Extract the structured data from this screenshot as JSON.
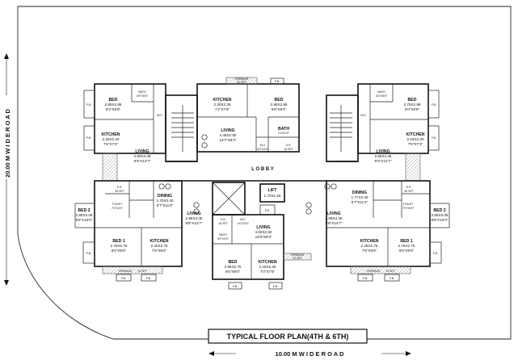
{
  "plan": {
    "title": "TYPICAL FLOOR PLAN(4TH & 6TH)",
    "road_left": "20.00 M W I D E   R O A D",
    "road_bottom": "10.00 M W I D E   R O A D",
    "lobby": "L O B B Y",
    "lift": "LIFT",
    "lift_dims": "1.70X1.50",
    "pd": "P.D.",
    "fb": "F.B.",
    "ss": "S.S.",
    "wc": "W.C.",
    "toilet": "TOILET",
    "bath": "BATH",
    "terrace": "TERRACE",
    "units": {
      "top": {
        "kitchen": {
          "name": "KITCHEN",
          "d1": "2.20X2.25",
          "d2": "7'2\"X7'6\""
        },
        "bed": {
          "name": "BED",
          "d1": "2.95X2.85",
          "d2": "9'8\"X9'3\""
        },
        "living": {
          "name": "LIVING",
          "d1": "4.45X2.50",
          "d2": "14'7\"X8'3\""
        },
        "bath": {
          "name": "BATH",
          "d1": "2.0'X1'0\""
        },
        "wc": {
          "name": "W.C",
          "d1": "4'0\"X3'0\""
        },
        "ss": {
          "name": "S.S.",
          "d1": "15 SFT"
        },
        "terrace": {
          "name": "TERRACE",
          "d1": "31 SFT"
        }
      },
      "top_left": {
        "bed": {
          "name": "BED",
          "d1": "2.85X2.95",
          "d2": "9'3\"X9'8\""
        },
        "bath": {
          "name": "BATH",
          "d1": "4'0\"X5'5\""
        },
        "kitchen": {
          "name": "KITCHEN",
          "d1": "2.25X2.20",
          "d2": "7'5\"X7'3\""
        },
        "living": {
          "name": "LIVING",
          "d1": "2.80X4.45",
          "d2": "9'3\"X14'7\""
        }
      },
      "top_right": {
        "bed": {
          "name": "BED",
          "d1": "2.75X2.95",
          "d2": "9'0\"X9'8\""
        },
        "bath": {
          "name": "BATH",
          "d1": "4'0\"X5'5\""
        },
        "kitchen": {
          "name": "KITCHEN",
          "d1": "2.15X2.20",
          "d2": "7'0\"X7'3\""
        },
        "living": {
          "name": "LIVING",
          "d1": "2.80X4.45",
          "d2": "9'3\"X14'7\""
        }
      },
      "bottom_left": {
        "ss": {
          "name": "S.S.",
          "d1": "25 SFT"
        },
        "toilet": {
          "name": "TOILET",
          "d1": "7'0\"X4'0\""
        },
        "dining": {
          "name": "DINING",
          "d1": "1.70X3.40",
          "d2": "5'7\"X11'3\""
        },
        "bed2": {
          "name": "BED 2",
          "d1": "2.85X3.05",
          "d2": "9'5\"X10'0\""
        },
        "living": {
          "name": "LIVING",
          "d1": "2.95X4.45",
          "d2": "9'8\"X14'7\""
        },
        "bed1": {
          "name": "BED 1",
          "d1": "2.75X2.75",
          "d2": "9'0\"X9'0\""
        },
        "kitchen": {
          "name": "KITCHEN",
          "d1": "2.25X2.75",
          "d2": "7'5\"X9'0\""
        },
        "terrace": {
          "name": "TERRACE",
          "d1": "74 SFT"
        }
      },
      "bottom_right": {
        "ss": {
          "name": "S.S.",
          "d1": "25 SFT"
        },
        "toilet": {
          "name": "TOILET",
          "d1": "7'0\"X4'0\""
        },
        "dining": {
          "name": "DINING",
          "d1": "1.77X3.40",
          "d2": "5'7\"X11'3\""
        },
        "bed2": {
          "name": "BED 2",
          "d1": "2.65X3.05",
          "d2": "8'6\"X10'0\""
        },
        "living": {
          "name": "LIVING",
          "d1": "2.95X4.45",
          "d2": "9'8\"X14'7\""
        },
        "bed1": {
          "name": "BED 1",
          "d1": "2.75X2.75",
          "d2": "9'0\"X9'0\""
        },
        "kitchen": {
          "name": "KITCHEN",
          "d1": "2.25X2.75",
          "d2": "7'5\"X9'0\""
        },
        "terrace": {
          "name": "TERRACE",
          "d1": "74 SFT"
        }
      },
      "bottom_center": {
        "ss": {
          "name": "S.S.",
          "d1": "15 SFT"
        },
        "wc": {
          "name": "W.C.",
          "d1": "4'0\"X3'0\""
        },
        "bath": {
          "name": "BATH",
          "d1": "5'5\"X4'0\""
        },
        "living": {
          "name": "LIVING",
          "d1": "4.50X2.80",
          "d2": "14'9\"X9'3\""
        },
        "bed": {
          "name": "BED",
          "d1": "2.95X2.75",
          "d2": "9'8\"X9'0\""
        },
        "kitchen": {
          "name": "KITCHEN",
          "d1": "2.15X2.25",
          "d2": "7'3\"X7'6\""
        },
        "terrace": {
          "name": "TERRACE",
          "d1": "31 SFT"
        }
      }
    }
  }
}
